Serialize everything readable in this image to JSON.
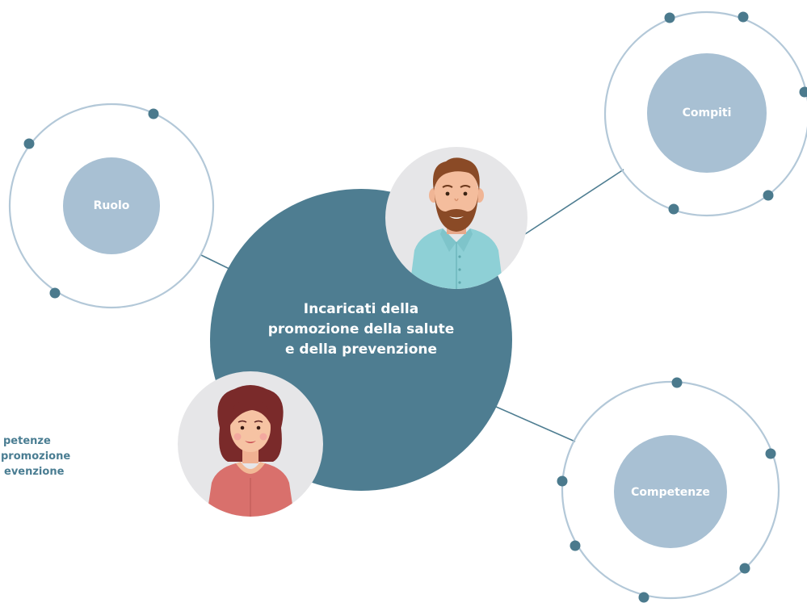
{
  "center": {
    "title_lines": [
      "Incaricati della",
      "promozione della salute",
      "e della prevenzione"
    ]
  },
  "nodes": {
    "ruolo": {
      "label": "Ruolo"
    },
    "compiti": {
      "label": "Compiti"
    },
    "competenze": {
      "label": "Competenze"
    }
  },
  "side_text": {
    "lines": [
      "petenze",
      "promozione",
      "evenzione"
    ]
  },
  "colors": {
    "center_fill": "#4e7d91",
    "node_fill": "#a8c0d3",
    "orbit_stroke": "#b3c8d8",
    "dot_fill": "#4b7a8d",
    "connector": "#4e7d91",
    "avatar_bg": "#e6e6e8",
    "side_text": "#4a7d92"
  }
}
